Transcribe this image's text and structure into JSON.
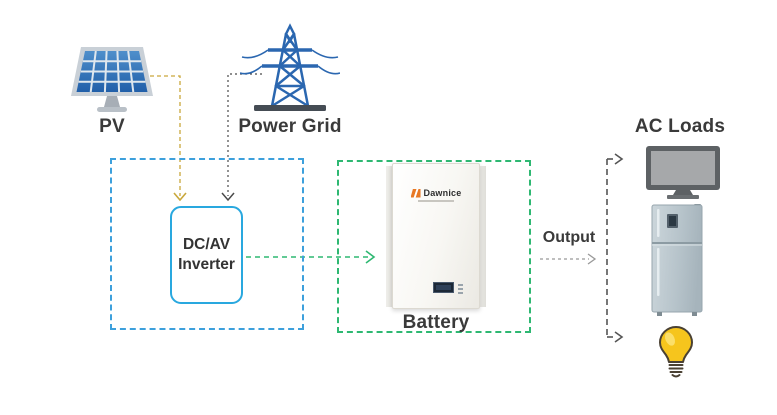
{
  "diagram": {
    "title_implicit": "Solar PV + battery storage system diagram",
    "nodes": {
      "pv": {
        "label": "PV",
        "icon": "solar-panel-icon"
      },
      "power_grid": {
        "label": "Power Grid",
        "icon": "transmission-tower-icon"
      },
      "inverter": {
        "label_line1": "DC/AV",
        "label_line2": "Inverter"
      },
      "battery": {
        "label": "Battery",
        "brand": "Dawnice",
        "icon": "wall-battery-image"
      },
      "output": {
        "label": "Output"
      },
      "ac_loads": {
        "label": "AC Loads",
        "devices": [
          "monitor-icon",
          "refrigerator-icon",
          "light-bulb-icon"
        ]
      }
    },
    "flows": [
      {
        "name": "pv-to-inverter",
        "color": "#c9a83c",
        "style": "dashed-arrow-down"
      },
      {
        "name": "grid-to-inverter",
        "color": "#4a4a4a",
        "style": "dotted-arrow-down"
      },
      {
        "name": "inverter-to-battery",
        "color": "#2eb872",
        "style": "dashed-arrow-right"
      },
      {
        "name": "battery-output",
        "color": "#999999",
        "style": "dashed-arrow-right"
      },
      {
        "name": "loads-bus",
        "color": "#555555",
        "style": "dashed-bus-two-branches"
      }
    ],
    "colors": {
      "inverter_zone_border": "#3da0dc",
      "battery_zone_border": "#2eb872",
      "inverter_border": "#29a8df",
      "background": "#ffffff",
      "label_text": "#3a3a3a",
      "battery_brand_orange": "#e87824"
    }
  }
}
